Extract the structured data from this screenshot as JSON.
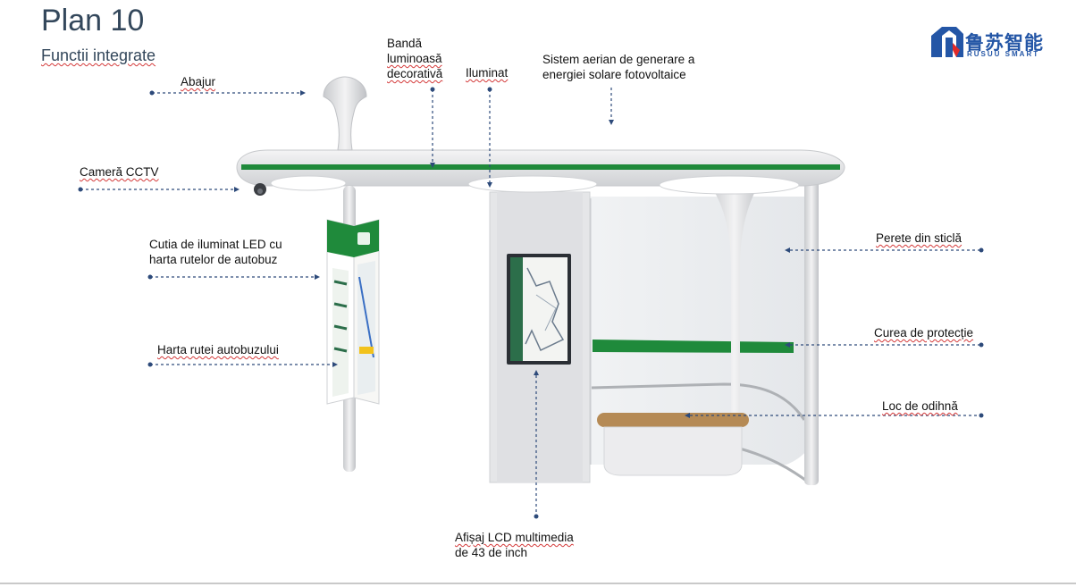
{
  "page": {
    "title": "Plan 10",
    "subtitle": "Functii integrate"
  },
  "logo": {
    "cn": "鲁苏智能",
    "en": "RUSUU SMART",
    "icon": "rusuu-logo-icon",
    "colors": {
      "blue": "#2456a6",
      "red": "#e02a2a"
    }
  },
  "labels": {
    "abajur": "Abajur",
    "banda_1": "Bandă",
    "banda_2": "luminoasă",
    "banda_3": "decorativă",
    "iluminat": "Iluminat",
    "solar_1": "Sistem aerian de generare a",
    "solar_2": "energiei solare fotovoltaice",
    "cctv": "Cameră CCTV",
    "ledbox_1": "Cutia de iluminat LED cu",
    "ledbox_2": "harta rutelor de autobuz",
    "harta": "Harta rutei autobuzului",
    "perete": "Perete din sticlă",
    "curea": "Curea de protecție",
    "loc": "Loc de odihnă",
    "lcd_1": "Afișaj LCD multimedia",
    "lcd_2": "de 43 de inch"
  },
  "colors": {
    "accent_green": "#1f8a3b",
    "callout_blue": "#2d4a7a",
    "structure": "#e7e8ea"
  }
}
